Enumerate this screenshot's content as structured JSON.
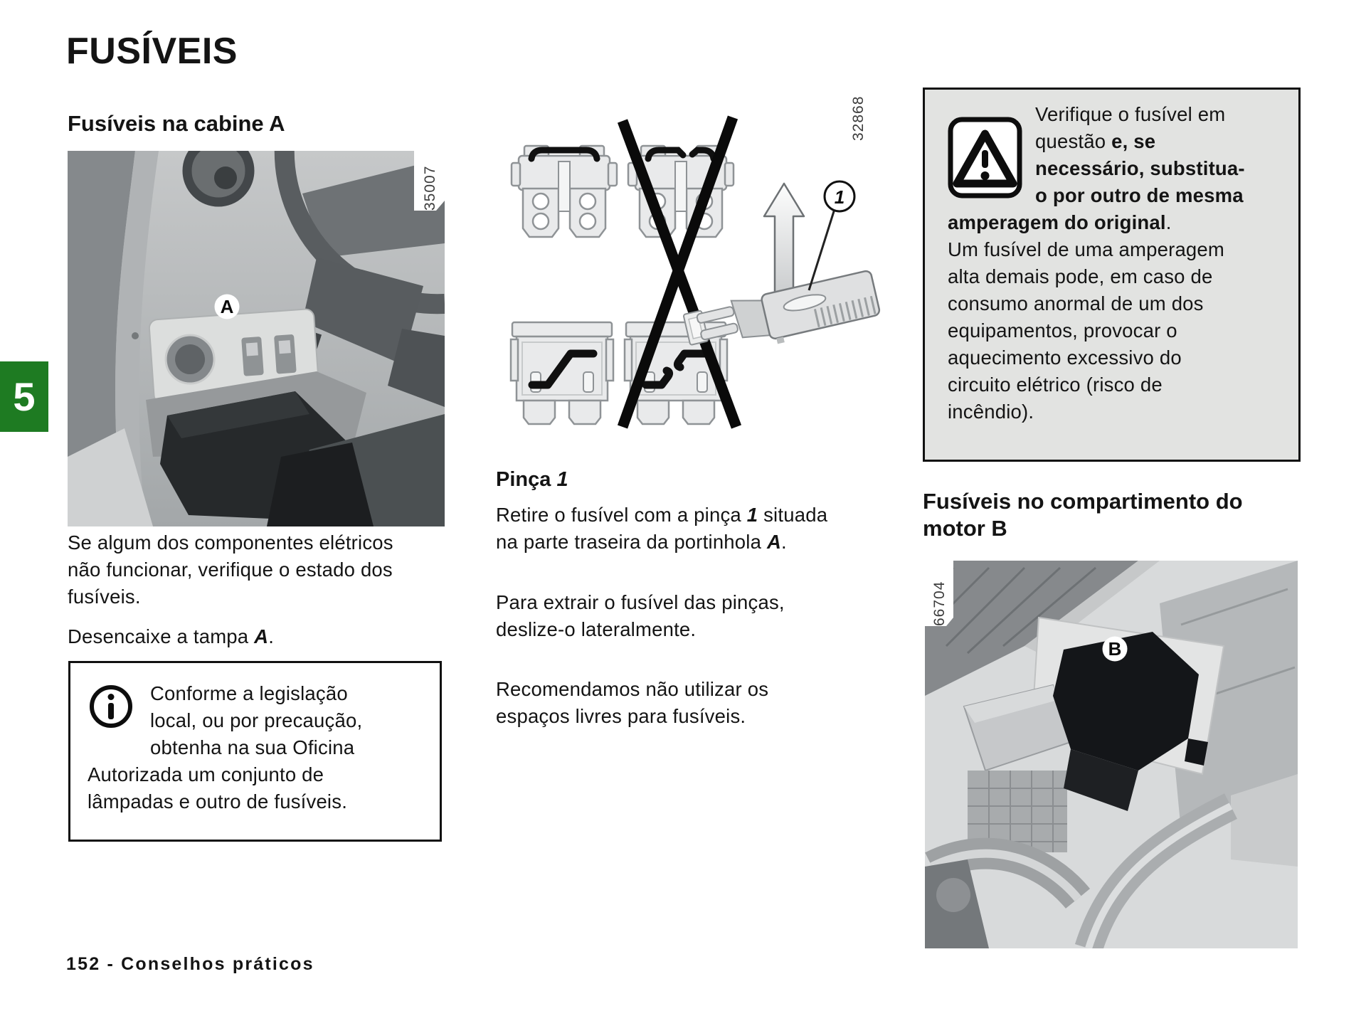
{
  "page": {
    "title": "FUSÍVEIS",
    "section_tab": "5",
    "footer": "152 - Conselhos práticos"
  },
  "colors": {
    "tab_green": "#1e7b22",
    "warning_box_bg": "#e2e3e1"
  },
  "cabin": {
    "heading": "Fusíveis na cabine A",
    "photo_code": "35007",
    "marker": "A",
    "para1": "Se algum dos componentes elétricos\nnão funcionar, verifique o estado dos\nfusíveis.",
    "para2_pre": "Desencaixe a tampa ",
    "para2_marker": "A",
    "para2_post": ".",
    "note_icon": "info-icon",
    "note_text": "Conforme a legislação\nlocal, ou por precaução,\nobtenha na sua Oficina\nAutorizada um conjunto de\nlâmpadas e outro de fusíveis."
  },
  "tweezer": {
    "diagram_code": "32868",
    "callout": "1",
    "heading_pre": "Pinça ",
    "heading_num": "1",
    "para1_seg1": "Retire o fusível com a pinça ",
    "para1_num": "1",
    "para1_seg2": " situada\nna parte traseira da portinhola ",
    "para1_marker": "A",
    "para1_seg3": ".",
    "para2": "Para extrair o fusível das pinças,\ndeslize-o lateralmente.",
    "para3": "Recomendamos não utilizar os\nespaços livres para fusíveis."
  },
  "warning": {
    "icon": "warning-triangle-icon",
    "seg1": "Verifique o fusível em\nquestão ",
    "seg2_bold": "e, se\nnecessário, substitua-\no por outro de mesma\namperagem do original",
    "seg3": ".\nUm fusível de uma amperagem\nalta demais pode, em caso de\nconsumo anormal de um dos\nequipamentos, provocar o\naquecimento excessivo do\ncircuito elétrico (risco de\nincêndio)."
  },
  "engine": {
    "heading": "Fusíveis no compartimento do\nmotor B",
    "photo_code": "66704",
    "marker": "B"
  }
}
